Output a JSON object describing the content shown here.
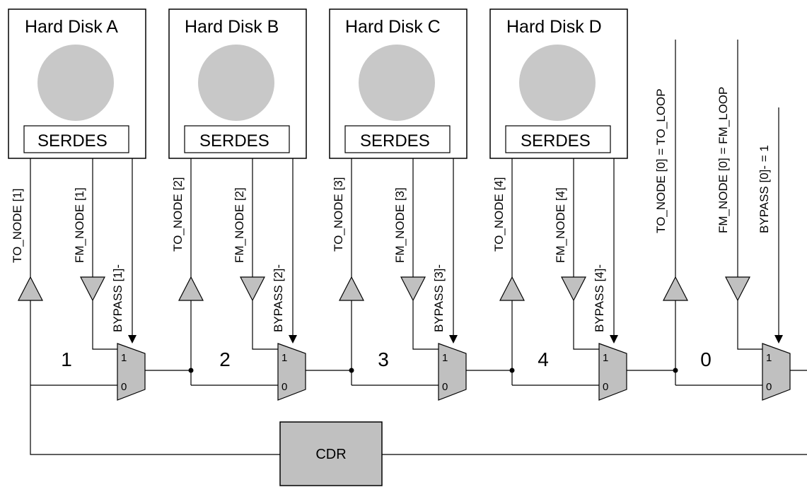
{
  "disks": [
    {
      "title": "Hard Disk A",
      "serdes": "SERDES",
      "to_node": "TO_NODE [1]",
      "fm_node": "FM_NODE [1]",
      "bypass": "BYPASS [1]-",
      "node_num": "1"
    },
    {
      "title": "Hard Disk B",
      "serdes": "SERDES",
      "to_node": "TO_NODE [2]",
      "fm_node": "FM_NODE [2]",
      "bypass": "BYPASS [2]-",
      "node_num": "2"
    },
    {
      "title": "Hard Disk C",
      "serdes": "SERDES",
      "to_node": "TO_NODE [3]",
      "fm_node": "FM_NODE [3]",
      "bypass": "BYPASS [3]-",
      "node_num": "3"
    },
    {
      "title": "Hard Disk D",
      "serdes": "SERDES",
      "to_node": "TO_NODE [4]",
      "fm_node": "FM_NODE [4]",
      "bypass": "BYPASS [4]-",
      "node_num": "4"
    }
  ],
  "loop_node": {
    "to_node": "TO_NODE [0] = TO_LOOP",
    "fm_node": "FM_NODE [0] = FM_LOOP",
    "bypass": "BYPASS [0]- = 1",
    "node_num": "0"
  },
  "mux_pins": {
    "one": "1",
    "zero": "0"
  },
  "cdr": {
    "label": "CDR"
  }
}
